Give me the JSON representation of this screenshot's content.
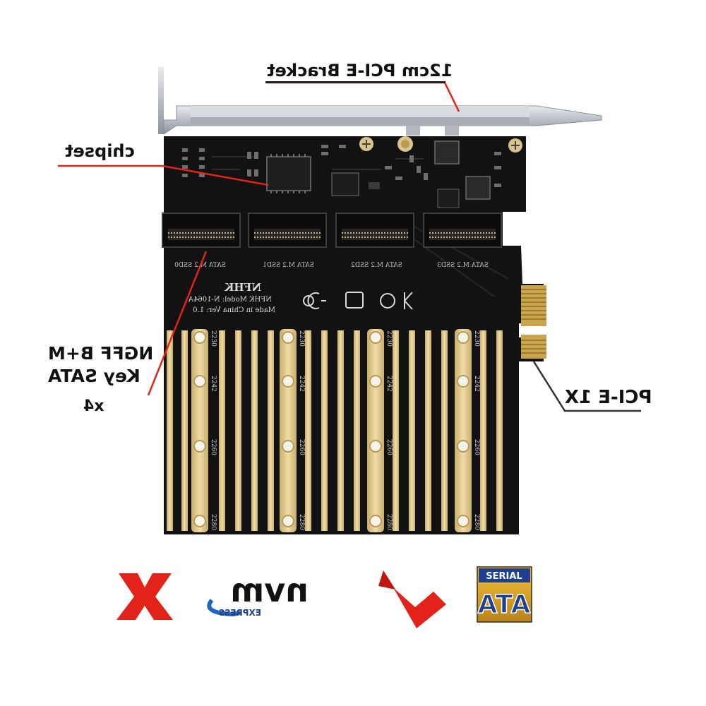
{
  "callouts": {
    "bracket": "12cm PCI-E Bracket",
    "chipset": "chipset",
    "ngff_line1": "NGFF B+M",
    "ngff_line2": "Key SATA",
    "ngff_count": "x4",
    "pcie": "PCI-E 1X"
  },
  "board": {
    "brand": "NFHK",
    "model": "NFHK Model: N-1064A",
    "made_in": "Made in China  Ver: 1.0",
    "slots": [
      "SATA M.2 SSD0",
      "SATA M.2 SSD1",
      "SATA M.2 SSD2",
      "SATA M.2 SSD3"
    ],
    "sizes": [
      "2230",
      "2242",
      "2260",
      "2280"
    ]
  },
  "compatibility": {
    "nvme_word": "nvm",
    "nvme_sub": "EXPRESS",
    "sata_top": "SERIAL",
    "sata_main": "ATA"
  },
  "colors": {
    "pcb": "#121212",
    "gold": "#e3c98b",
    "accent_red": "#e2231a",
    "sata_blue": "#1f3f8f",
    "sata_gold": "#d4a21d",
    "bracket": "#c8ccd1"
  }
}
